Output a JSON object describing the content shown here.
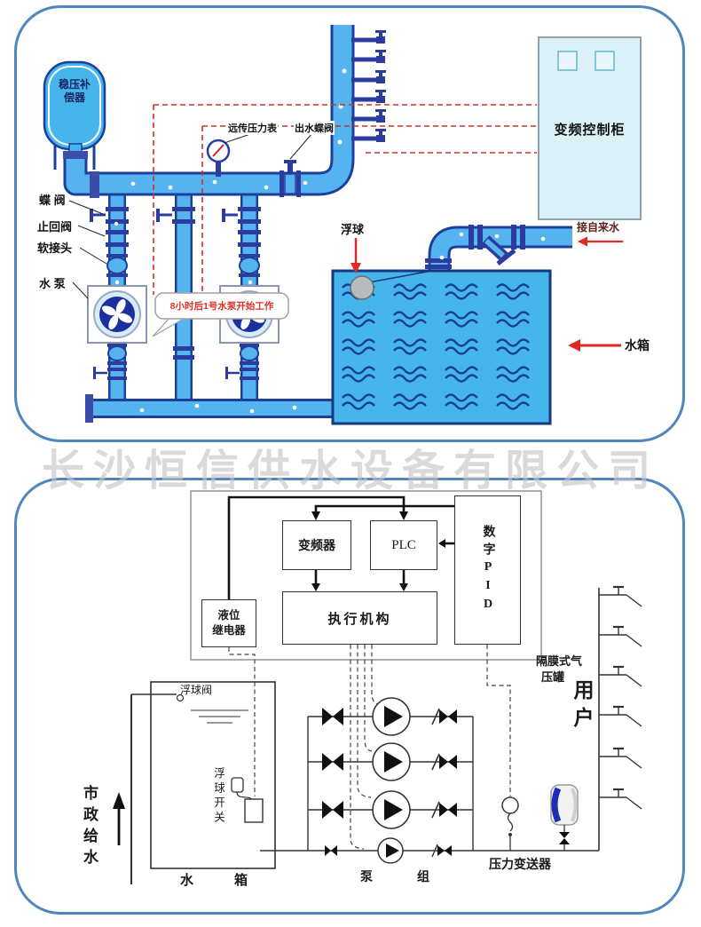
{
  "watermark": "长沙恒信供水设备有限公司",
  "colors": {
    "panel_border": "#4e86bd",
    "pipe_fill": "#55b4f0",
    "pipe_outline": "#1c3f9a",
    "fitting_navy": "#2b3c9e",
    "tank_fill": "#45b5ec",
    "cabinet_fill": "#daf1f8",
    "wire_red": "#cf3028",
    "arrow_red": "#e02820",
    "callout_text_red": "#e03028",
    "watermark_gray": "#c5c5c5",
    "schematic_black": "#2b2b2b",
    "diaphragm_blue": "#1d2db5"
  },
  "top": {
    "labels": {
      "stabilizer_line1": "稳压补",
      "stabilizer_line2": "偿器",
      "butterfly_valve": "蝶 阀",
      "check_valve": "止回阀",
      "flexible_joint": "软接头",
      "water_pump": "水 泵",
      "remote_pressure_gauge": "远传压力表",
      "outlet_butterfly_valve": "出水蝶阀",
      "float_ball": "浮球",
      "from_tap_water": "接自来水",
      "water_tank": "水箱",
      "control_cabinet": "变频控制柜",
      "callout": "8小时后1号水泵开始工作"
    }
  },
  "bottom": {
    "blocks": {
      "vfd": "变频器",
      "plc": "PLC",
      "digital_pid": "数字PID",
      "level_relay_line1": "液位",
      "level_relay_line2": "继电器",
      "actuator": "执行机构"
    },
    "labels": {
      "float_valve": "浮球阀",
      "float_switch": "浮球开关",
      "water_tank": "水箱",
      "municipal_supply": "市政给水",
      "pump_group": "泵组",
      "pressure_transmitter": "压力变送器",
      "diaphragm_tank_line1": "隔膜式气",
      "diaphragm_tank_line2": "压罐",
      "users": "用户"
    }
  }
}
